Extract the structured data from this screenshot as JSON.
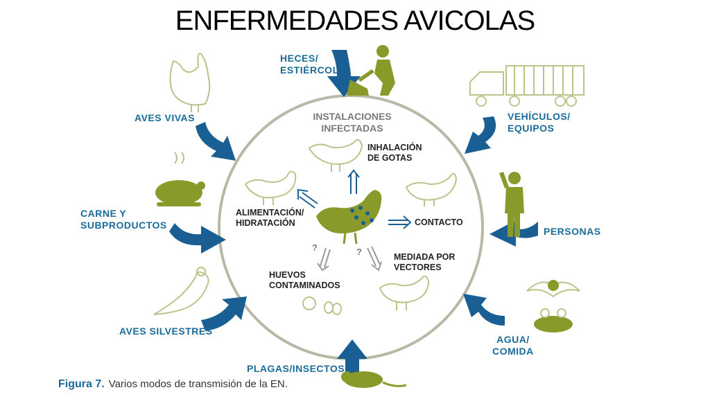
{
  "title": "ENFERMEDADES AVICOLAS",
  "center": {
    "line1": "INSTALACIONES",
    "line2": "INFECTADAS"
  },
  "outer_sources": {
    "heces": {
      "line1": "HECES/",
      "line2": "ESTIÉRCOL",
      "icon": "worker-shovel-icon"
    },
    "vehiculos": {
      "line1": "VEHÍCULOS/",
      "line2": "EQUIPOS",
      "icon": "truck-icon"
    },
    "personas": {
      "line1": "PERSONAS",
      "icon": "person-icon"
    },
    "agua": {
      "line1": "AGUA/",
      "line2": "COMIDA",
      "icon": "bird-feeder-icon"
    },
    "plagas": {
      "line1": "PLAGAS/INSECTOS",
      "icon": "rat-icon"
    },
    "silvestres": {
      "line1": "AVES SILVESTRES",
      "icon": "wild-bird-icon"
    },
    "carne": {
      "line1": "CARNE Y",
      "line2": "SUBPRODUCTOS",
      "icon": "roast-chicken-icon"
    },
    "vivas": {
      "line1": "AVES VIVAS",
      "icon": "chicken-icon"
    }
  },
  "inner_routes": {
    "inhalacion": {
      "line1": "INHALACIÓN",
      "line2": "DE GOTAS"
    },
    "alimentacion": {
      "line1": "ALIMENTACIÓN/",
      "line2": "HIDRATACIÓN"
    },
    "contacto": {
      "line1": "CONTACTO"
    },
    "huevos": {
      "line1": "HUEVOS",
      "line2": "CONTAMINADOS"
    },
    "vectores": {
      "line1": "MEDIADA POR",
      "line2": "VECTORES"
    }
  },
  "question_mark": "?",
  "caption": {
    "figure": "Figura 7.",
    "text": "Varios modos de transmisión de la EN."
  },
  "colors": {
    "arrow_blue": "#1a5f93",
    "label_blue": "#1a6b9a",
    "olive": "#8a9a2a",
    "circle": "#b8b8a6",
    "outline": "#b9c48a"
  }
}
